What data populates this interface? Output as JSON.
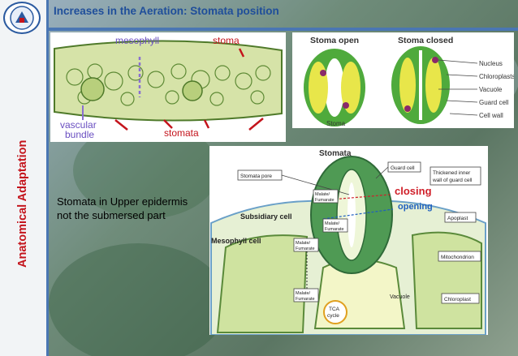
{
  "slide": {
    "title": "Increases in the Aeration: Stomata position",
    "side_title": "Anatomical Adaptation",
    "body_lines": [
      "Stomata in Upper epidermis",
      "not the submersed part"
    ]
  },
  "leaf_section": {
    "labels": {
      "mesophyll": "mesophyll",
      "stoma": "stoma",
      "vascular": "vascular",
      "bundle": "bundle",
      "stomata": "stomata"
    }
  },
  "guard_cells": {
    "open_label": "Stoma open",
    "closed_label": "Stoma closed",
    "stoma": "Stoma",
    "callouts": [
      "Nucleus",
      "Chloroplasts",
      "Vacuole",
      "Guard cell",
      "Cell wall"
    ]
  },
  "stomata_diagram": {
    "title": "Stomata",
    "guard_cell": "Guard cell",
    "stomata_pore": "Stomata pore",
    "thickened": [
      "Thickened inner",
      "wall of guard cell"
    ],
    "closing": "closing",
    "opening": "opening",
    "subsidiary": "Subsidiary cell",
    "apoplast": "Apoplast",
    "mesophyll": "Mesophyll cell",
    "mitochondrion": "Mitochondrion",
    "chloroplast": "Chloroplast",
    "vacuole": "Vacuole",
    "malate1": [
      "Malate/",
      "Fumarate"
    ],
    "malate2": [
      "Malate/",
      "Fumarate"
    ],
    "malate3": [
      "Malate/",
      "Fumarate"
    ],
    "malate4": [
      "Malate/",
      "Fumarate"
    ],
    "tca": [
      "TCA",
      "cycle"
    ]
  },
  "colors": {
    "accent": "#4a76b3",
    "title": "#1f4e9a",
    "side_title": "#c4141c",
    "closing": "#d0202a",
    "opening": "#1f5fbf"
  }
}
